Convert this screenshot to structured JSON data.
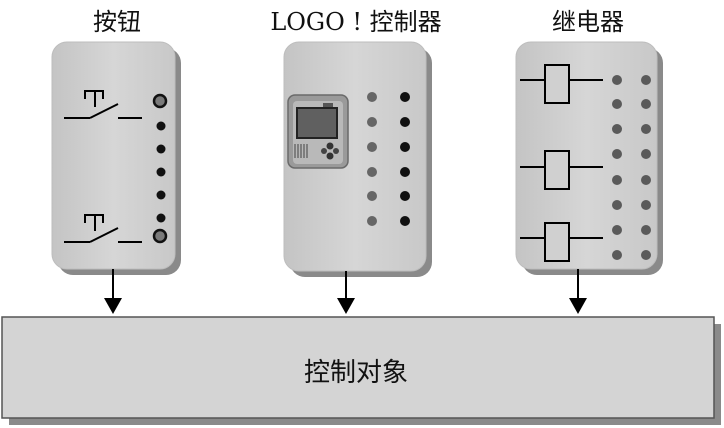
{
  "labels": {
    "button": "按钮",
    "logo_controller": "LOGO ! 控制器",
    "relay": "继电器"
  },
  "target": {
    "label": "控制对象"
  },
  "colors": {
    "panel_fill": "#cfcfcf",
    "panel_shadow": "#8a8a8a",
    "target_fill": "#d4d4d4",
    "dot_gray": "#666666",
    "dot_black": "#111111",
    "line": "#000000"
  }
}
